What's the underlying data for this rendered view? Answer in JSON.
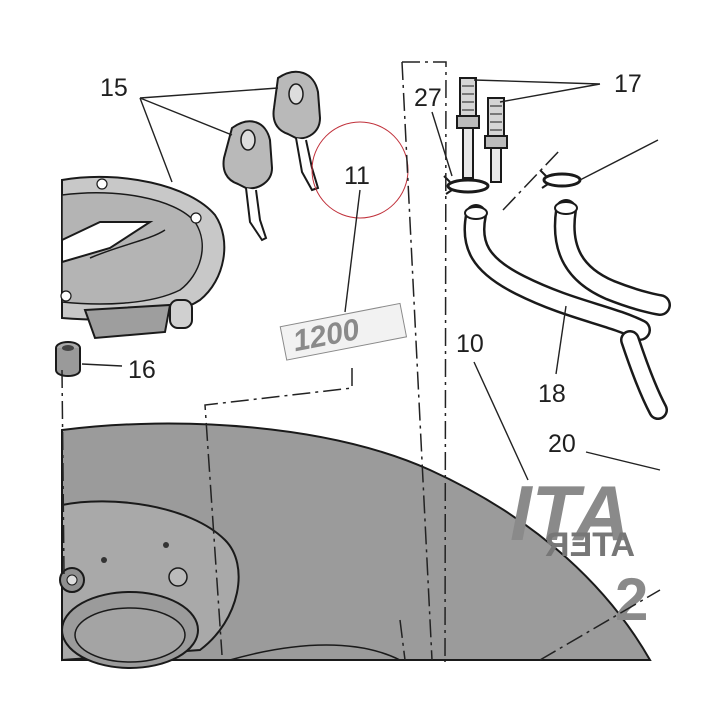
{
  "diagram": {
    "callouts": [
      {
        "id": "15",
        "label": "15"
      },
      {
        "id": "17",
        "label": "17"
      },
      {
        "id": "27",
        "label": "27"
      },
      {
        "id": "11",
        "label": "11"
      },
      {
        "id": "16",
        "label": "16"
      },
      {
        "id": "10",
        "label": "10"
      },
      {
        "id": "18",
        "label": "18"
      },
      {
        "id": "20",
        "label": "20"
      }
    ],
    "decal_10_text": "ITA",
    "decal_10_mirror_text": "ATER",
    "decal_11_text": "1200",
    "colors": {
      "tank_fill": "#9b9b9b",
      "decal_fill": "#8a8a8a",
      "key_head_fill": "#b9b9b9",
      "cap_fill": "#c8c8c8",
      "highlight_circle": "#c0303a"
    }
  }
}
